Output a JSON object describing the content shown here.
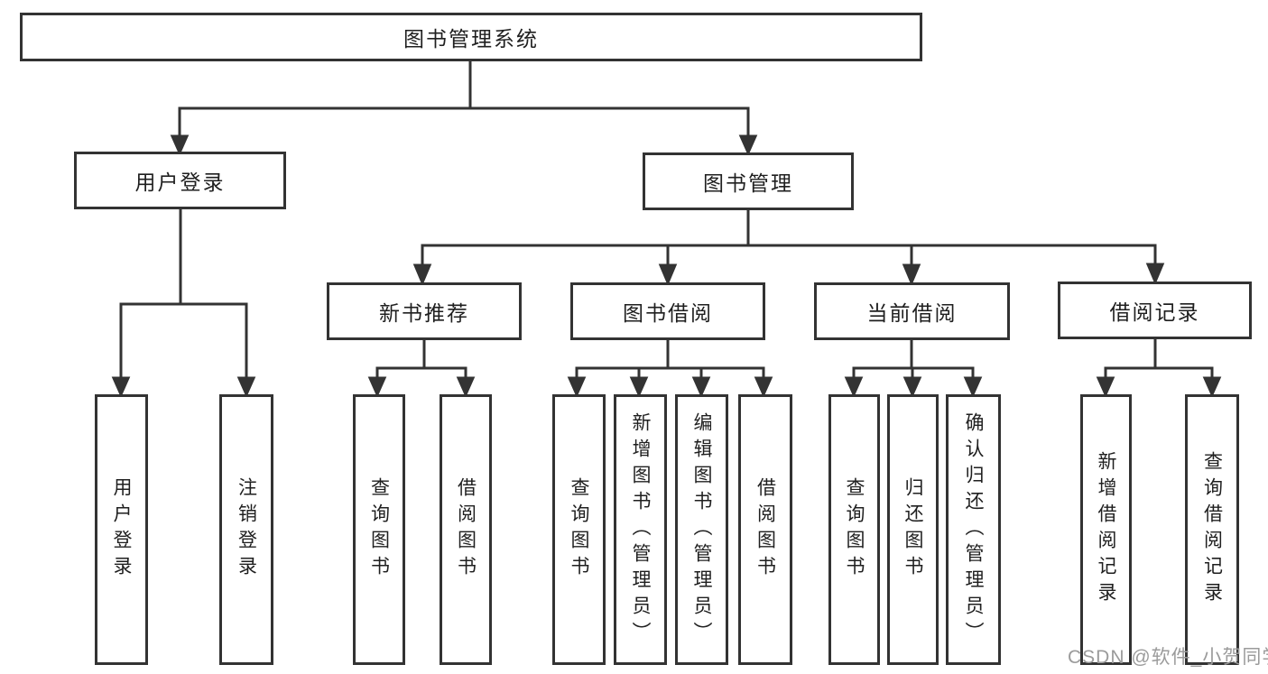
{
  "title": "图书管理系统",
  "watermark": "CSDN @软件_小贺同学",
  "colors": {
    "line": "#333333",
    "text": "#1f1f1f",
    "background": "#ffffff",
    "watermark": "#9b9b9b"
  },
  "nodes": {
    "root": {
      "label": "图书管理系统"
    },
    "user_login": {
      "label": "用户登录",
      "parent": "图书管理系统"
    },
    "book_management": {
      "label": "图书管理",
      "parent": "图书管理系统"
    },
    "new_book_recommend": {
      "label": "新书推荐",
      "parent": "图书管理"
    },
    "book_borrowing": {
      "label": "图书借阅",
      "parent": "图书管理"
    },
    "current_borrowing": {
      "label": "当前借阅",
      "parent": "图书管理"
    },
    "borrowing_records": {
      "label": "借阅记录",
      "parent": "图书管理"
    }
  },
  "leaves": [
    {
      "label": "用户登录",
      "parent": "用户登录"
    },
    {
      "label": "注销登录",
      "parent": "用户登录"
    },
    {
      "label": "查询图书",
      "parent": "新书推荐"
    },
    {
      "label": "借阅图书",
      "parent": "新书推荐"
    },
    {
      "label": "查询图书",
      "parent": "图书借阅"
    },
    {
      "label": "新增图书（管理员）",
      "parent": "图书借阅"
    },
    {
      "label": "编辑图书（管理员）",
      "parent": "图书借阅"
    },
    {
      "label": "借阅图书",
      "parent": "图书借阅"
    },
    {
      "label": "查询图书",
      "parent": "当前借阅"
    },
    {
      "label": "归还图书",
      "parent": "当前借阅"
    },
    {
      "label": "确认归还（管理员）",
      "parent": "当前借阅"
    },
    {
      "label": "新增借阅记录",
      "parent": "借阅记录"
    },
    {
      "label": "查询借阅记录",
      "parent": "借阅记录"
    }
  ]
}
